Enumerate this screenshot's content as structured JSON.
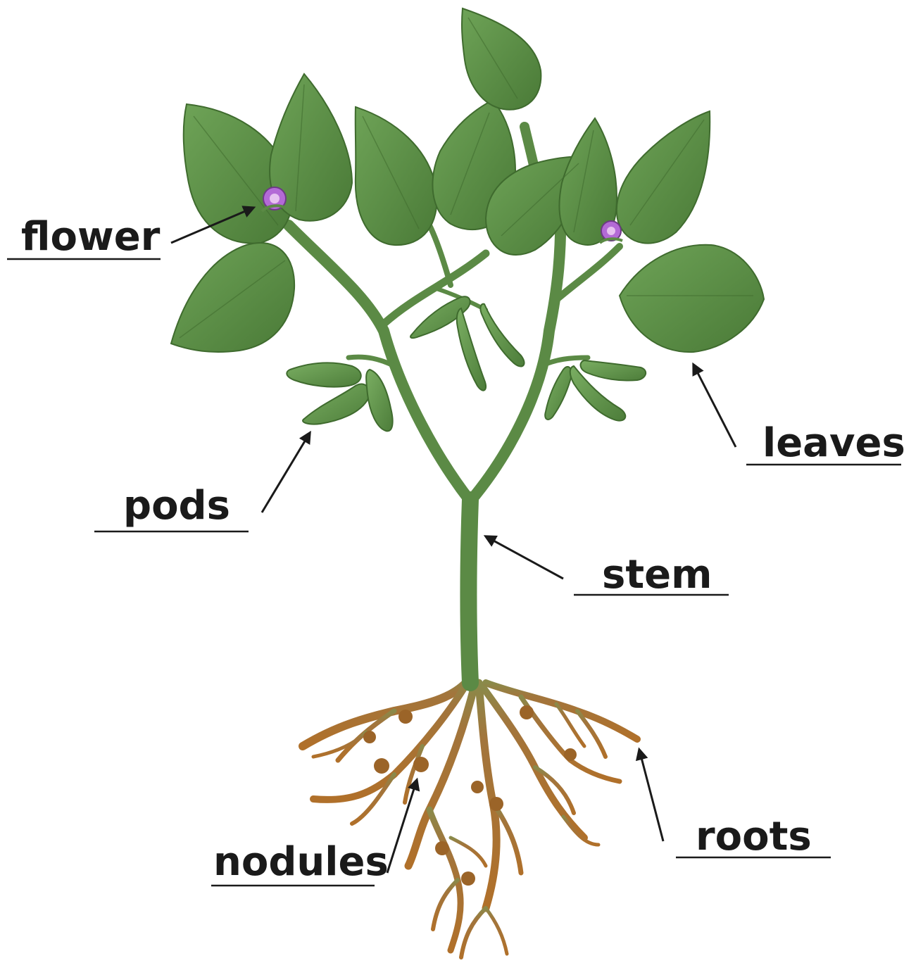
{
  "labels": {
    "flower": "flower",
    "pods": "pods",
    "leaves": "leaves",
    "stem": "stem",
    "roots": "roots",
    "nodules": "nodules"
  },
  "colors": {
    "leaf_dark": "#4e7f3a",
    "leaf_light": "#72a85a",
    "stem": "#5b8a45",
    "root": "#a56a2c",
    "nodule": "#9b6428",
    "flower": "#b36ad6",
    "arrow": "#1a1a1a"
  }
}
